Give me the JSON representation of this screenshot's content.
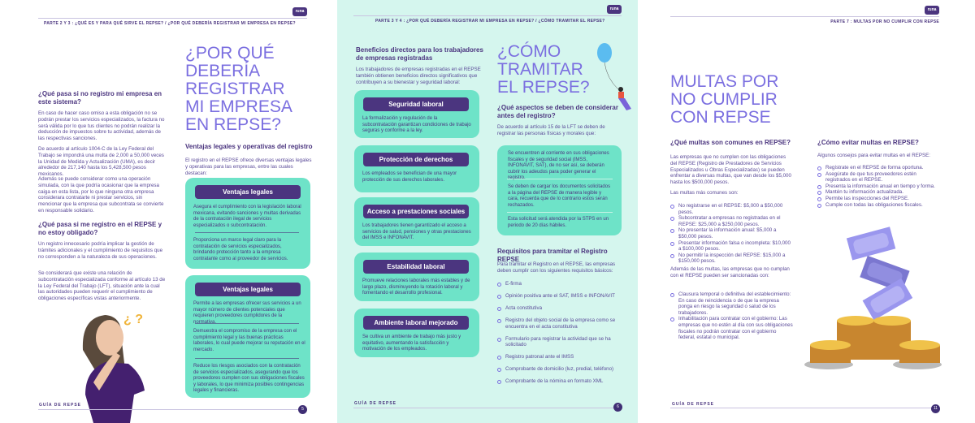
{
  "colors": {
    "primary": "#4b357f",
    "title": "#7b6fe0",
    "mint_bg": "#d5f6ee",
    "card": "#6ee3c8"
  },
  "logo": "runa",
  "page1": {
    "header": "PARTE 2 Y 3 : ¿QUÉ ES Y PARA QUÉ SIRVE EL REPSE? / ¿POR QUÉ DEBERÍA REGISTRAR MI EMPRESA EN REPSE?",
    "title": "¿POR QUÉ DEBERÍA REGISTRAR MI EMPRESA EN REPSE?",
    "s1_heading": "¿Qué pasa si no registro mi empresa en este sistema?",
    "s1_p1": "En caso de hacer caso omiso a esta obligación no se podrán prestar los servicios especializados, la factura no será válida por lo que tus clientes no podrán realizar la deducción de impuestos sobre tu actividad, además de las respectivas sanciones.",
    "s1_p2": "De acuerdo al artículo 1004-C de la Ley Federal del Trabajo se impondrá una multa de 2,000 a 50,000 veces la Unidad de Medida y Actualización (UMA), es decir alrededor de 217,140 hasta los 5,428,500 pesos mexicanos.",
    "s1_p3": "Además se puede considerar como una operación simulada, con la que podría ocasionar que la empresa caiga en esta lista, por lo que ninguna otra empresa considerara contratarte ni prestar servicios, sin mencionar que la empresa que subcontrata se convierte en responsable solidario.",
    "s2_heading": "¿Qué pasa si me registro en el REPSE y no estoy obligado?",
    "s2_p1": "Un registro innecesario podría implicar la gestión de trámites adicionales y el cumplimiento de requisitos que no corresponden a la naturaleza de sus operaciones.",
    "s2_p2": "Se considerará que existe una relación de subcontratación especializada conforme al artículo 13 de la Ley Federal del Trabajo (LFT), situación ante la cual las autoridades pueden requerir el cumplimiento de obligaciones específicas vistas anteriormente.",
    "s3_heading": "Ventajas legales y operativas del registro",
    "s3_p": "El registro en el REPSE ofrece diversas ventajas legales y operativas para las empresas, entre las cuales destacan:",
    "card1": {
      "label": "Ventajas legales",
      "items": [
        "Asegura el cumplimiento con la legislación laboral mexicana, evitando sanciones y multas derivadas de la contratación ilegal de servicios especializados o subcontratación.",
        "Proporciona un marco legal claro para la contratación de servicios especializados, brindando protección tanto a la empresa contratante como al proveedor de servicios."
      ]
    },
    "card2": {
      "label": "Ventajas legales",
      "items": [
        "Permite a las empresas ofrecer sus servicios a un mayor número de clientes potenciales que requieren proveedores cumplidores de la normativa.",
        "Demuestra el compromiso de la empresa con el cumplimiento legal y las buenas prácticas laborales, lo cual puede mejorar su reputación en el mercado.",
        "Reduce los riesgos asociados con la contratación de servicios especializados, asegurando que los proveedores cumplen con sus obligaciones fiscales y laborales, lo que minimiza posibles contingencias legales y financieras."
      ]
    },
    "question_marks": "¿ ?",
    "footer": "GUÍA DE REPSE",
    "page": "5"
  },
  "page2": {
    "header": "PARTE 3 Y 4 : ¿POR QUÉ DEBERÍA REGISTRAR MI EMPRESA EN REPSE? / ¿CÓMO TRAMITAR EL REPSE?",
    "heading": "Beneficios directos para los trabajadores de empresas registradas",
    "intro": "Los trabajadores de empresas registradas en el REPSE también obtienen beneficios directos significativos que contribuyen a su bienestar y seguridad laboral:",
    "cards": [
      {
        "label": "Seguridad laboral",
        "text": "La formalización y regulación de la subcontratación garantizan condiciones de trabajo seguras y conforme a la ley."
      },
      {
        "label": "Protección de derechos",
        "text": "Los empleados se benefician de una mayor protección de sus derechos laborales."
      },
      {
        "label": "Acceso a prestaciones sociales",
        "text": "Los trabajadores tienen garantizado el acceso a servicios de salud, pensiones y otras prestaciones del IMSS e INFONAVIT."
      },
      {
        "label": "Estabilidad laboral",
        "text": "Promueve relaciones laborales más estables y de largo plazo, disminuyendo la rotación laboral y fomentando el desarrollo profesional."
      },
      {
        "label": "Ambiente laboral mejorado",
        "text": "Se cultiva un ambiente de trabajo más justo y equitativo, aumentando la satisfacción y motivación de los empleados."
      }
    ],
    "title": "¿CÓMO TRAMITAR EL REPSE?",
    "aspects_heading": "¿Qué aspectos se deben de considerar antes del registro?",
    "aspects_intro": "De acuerdo al artículo 15 de la LFT se deben de registrar las personas físicas y morales que:",
    "aspects": [
      "Se encuentren al corriente en sus obligaciones fiscales y de seguridad social (IMSS, INFONAVIT, SAT), de no ser así, se deberán cubrir los adeudos para poder generar el registro.",
      "Se deben de cargar los documentos solicitados a la página del REPSE de manera legible y cara, recuerda que de lo contrario estos serán rechazados.",
      "Esta solicitud será atendida por la STPS en un periodo de 20 días hábiles."
    ],
    "req_heading": "Requisitos para tramitar el Registro REPSE",
    "req_intro": "Para tramitar el Registro en el REPSE, las empresas deben cumplir con los siguientes requisitos básicos:",
    "requirements": [
      "E-firma",
      "Opinión positiva ante el SAT, IMSS e INFONAVIT",
      "Acta constitutiva",
      "Registro del objeto social de la empresa como se encuentra en el acta constitutiva",
      "Formulario para registrar la actividad que se ha solicitado",
      "Registro patronal ante el IMSS",
      "Comprobante de domicilio (luz, predial, teléfono)",
      "Comprobante de la nómina en formato XML"
    ],
    "footer": "GUÍA DE REPSE",
    "page": "6"
  },
  "page3": {
    "header": "PARTE 7 : MULTAS POR NO CUMPLIR CON REPSE",
    "title": "MULTAS POR NO CUMPLIR CON REPSE",
    "fines_heading": "¿Qué multas son comunes en REPSE?",
    "fines_p": "Las empresas que no cumplen con las obligaciones del REPSE (Registro de Prestadores de Servicios Especializados u Obras Especializadas) se pueden enfrentar a diversas multas, que van desde los $5,000 hasta los $500,000 pesos.",
    "fines_intro": "Las multas más comunes son:",
    "fines": [
      "No registrarse en el REPSE: $5,000 a $50,000 pesos.",
      "Subcontratar a empresas no registradas en el REPSE: $25,000 a $250,000 pesos.",
      "No presentar la información anual: $5,000 a $50,000 pesos.",
      "Presentar información falsa o incompleta: $10,000 a $100,000 pesos.",
      "No permitir la inspección del REPSE: $15,000 a $150,000 pesos."
    ],
    "sanctions_p": "Además de las multas, las empresas que no cumplan con el REPSE pueden ser sancionadas con:",
    "sanctions": [
      "Clausura temporal o definitiva del establecimiento: En caso de reincidencia o de que la empresa ponga en riesgo la seguridad o salud de los trabajadores.",
      "Inhabilitación para contratar con el gobierno: Las empresas que no estén al día con sus obligaciones fiscales no podrán contratar con el gobierno federal, estatal o municipal."
    ],
    "avoid_heading": "¿Cómo evitar multas en REPSE?",
    "avoid_intro": "Algunos consejos para evitar multas en el REPSE:",
    "avoid": [
      "Regístrate en el REPSE de forma oportuna.",
      "Asegúrate de que tus proveedores estén registrados en el REPSE.",
      "Presenta la información anual en tiempo y forma.",
      "Mantén tu información actualizada.",
      "Permite las inspecciones del REPSE.",
      "Cumple con todas las obligaciones fiscales."
    ],
    "footer": "GUÍA DE REPSE",
    "page": "11"
  }
}
